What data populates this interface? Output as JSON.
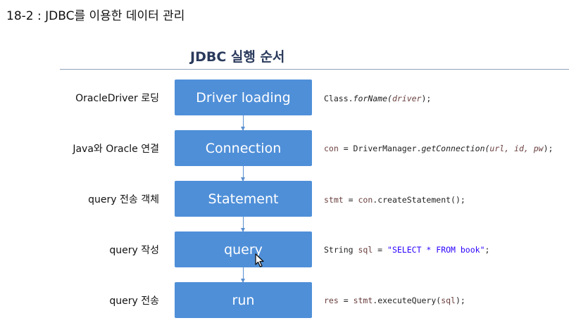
{
  "heading": "18-2 : JDBC를 이용한 데이터 관리",
  "diagram_title": "JDBC 실행 순서",
  "steps": [
    {
      "label": "OracleDriver 로딩",
      "box": "Driver loading"
    },
    {
      "label": "Java와 Oracle 연결",
      "box": "Connection"
    },
    {
      "label": "query 전송 객체",
      "box": "Statement"
    },
    {
      "label": "query 작성",
      "box": "query"
    },
    {
      "label": "query 전송",
      "box": "run"
    }
  ],
  "code": [
    {
      "a": "Class.",
      "b": "forName(",
      "c": "driver",
      "d": ");"
    },
    {
      "a": "con",
      "b": " = DriverManager.",
      "c": "getConnection(",
      "d": "url, id, pw",
      "e": ");"
    },
    {
      "a": "stmt",
      "b": " = ",
      "c": "con",
      "d": ".createStatement();"
    },
    {
      "a": "String ",
      "b": "sql",
      "c": " = ",
      "d": "\"SELECT * FROM book\"",
      "e": ";"
    },
    {
      "a": "res",
      "b": " = ",
      "c": "stmt",
      "d": ".executeQuery(",
      "e": "sql",
      "f": ");"
    }
  ],
  "colors": {
    "box_fill": "#4f8fd8",
    "title": "#2a3a5c",
    "code_variable": "#6a3e3e",
    "code_string": "#2a00ff"
  },
  "icons": {
    "cursor": "mouse-cursor-icon"
  }
}
